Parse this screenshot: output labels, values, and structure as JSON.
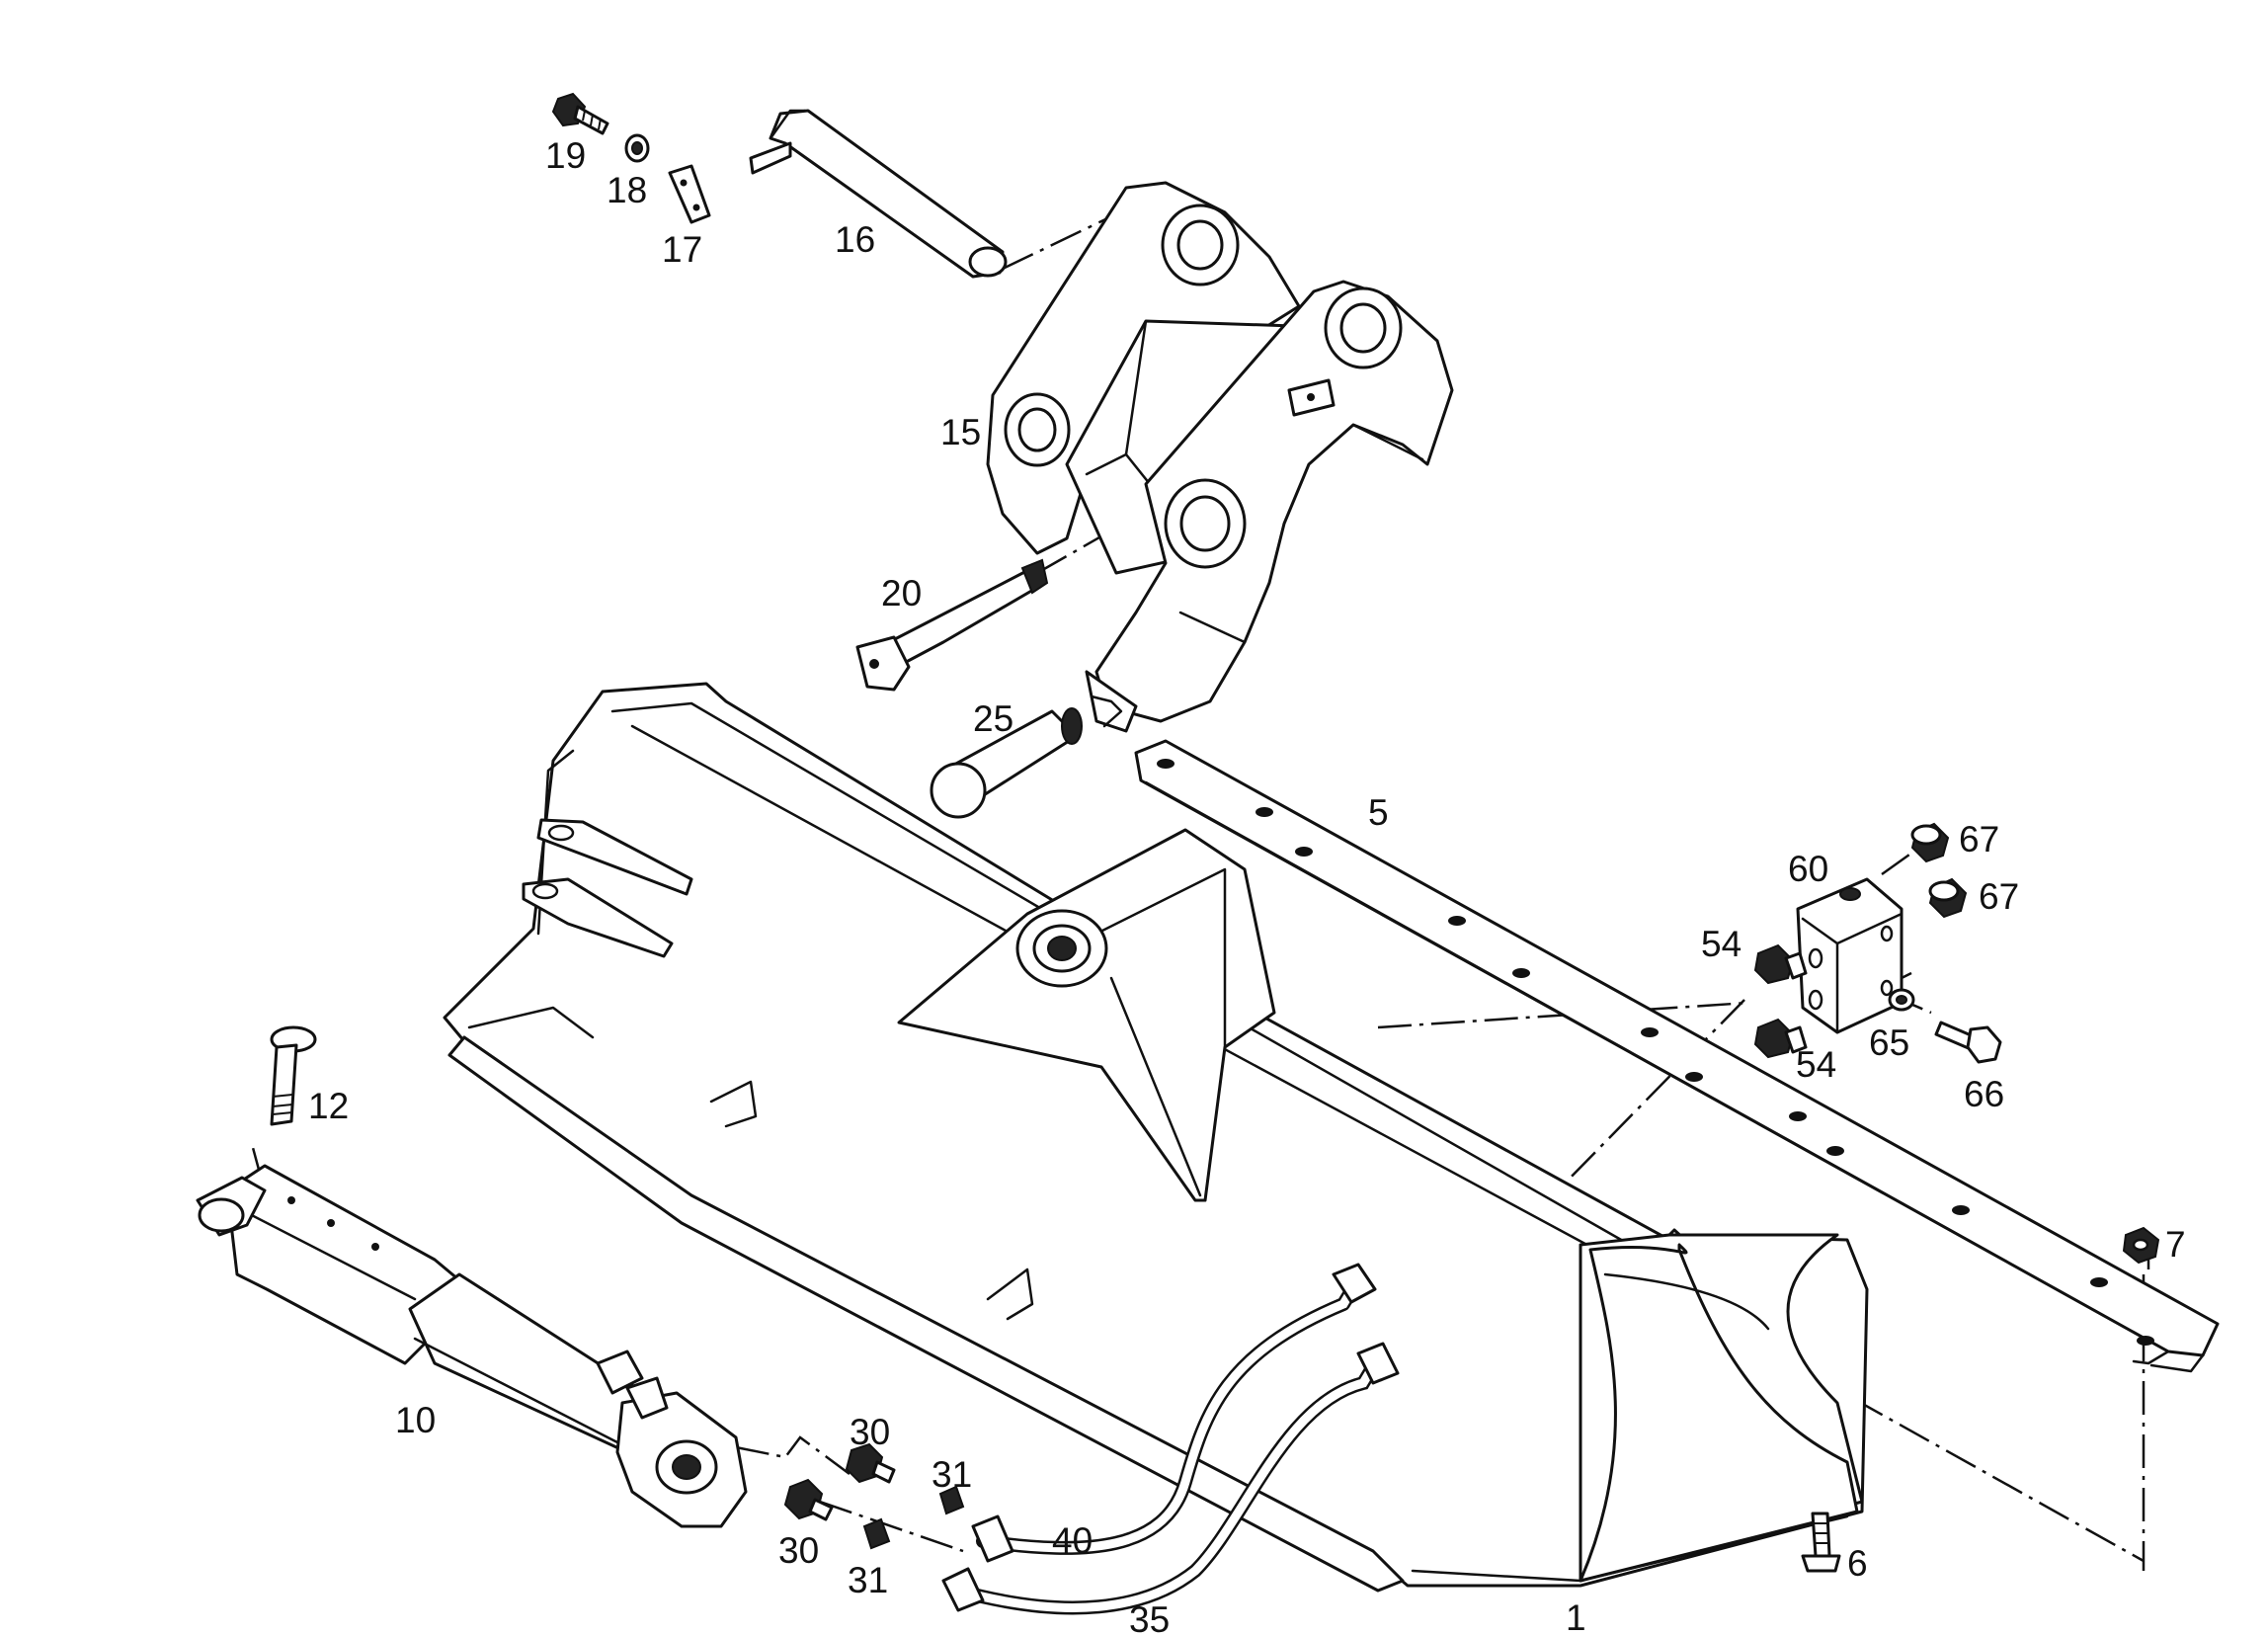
{
  "diagram": {
    "kind": "exploded parts diagram",
    "colors": {
      "line": "#111111",
      "background": "#ffffff"
    },
    "callouts": [
      {
        "key": "c19",
        "number": "19"
      },
      {
        "key": "c18",
        "number": "18"
      },
      {
        "key": "c17",
        "number": "17"
      },
      {
        "key": "c16",
        "number": "16"
      },
      {
        "key": "c15",
        "number": "15"
      },
      {
        "key": "c20",
        "number": "20"
      },
      {
        "key": "c25",
        "number": "25"
      },
      {
        "key": "c5",
        "number": "5"
      },
      {
        "key": "c67a",
        "number": "67"
      },
      {
        "key": "c67b",
        "number": "67"
      },
      {
        "key": "c60",
        "number": "60"
      },
      {
        "key": "c54a",
        "number": "54"
      },
      {
        "key": "c54b",
        "number": "54"
      },
      {
        "key": "c65",
        "number": "65"
      },
      {
        "key": "c66",
        "number": "66"
      },
      {
        "key": "c12",
        "number": "12"
      },
      {
        "key": "c7",
        "number": "7"
      },
      {
        "key": "c10",
        "number": "10"
      },
      {
        "key": "c30a",
        "number": "30"
      },
      {
        "key": "c30b",
        "number": "30"
      },
      {
        "key": "c31a",
        "number": "31"
      },
      {
        "key": "c31b",
        "number": "31"
      },
      {
        "key": "c40",
        "number": "40"
      },
      {
        "key": "c35",
        "number": "35"
      },
      {
        "key": "c6",
        "number": "6"
      },
      {
        "key": "c1",
        "number": "1"
      }
    ]
  }
}
